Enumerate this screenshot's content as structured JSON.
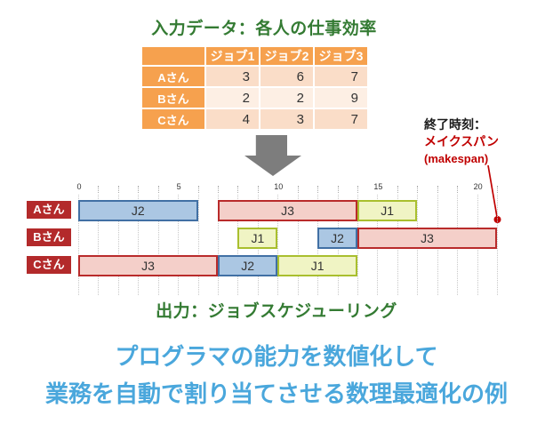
{
  "input_section": {
    "title": "入力データ：各人の仕事効率",
    "table": {
      "corner": "",
      "col_headers": [
        "ジョブ1",
        "ジョブ2",
        "ジョブ3"
      ],
      "rows": [
        {
          "name": "Aさん",
          "values": [
            "3",
            "6",
            "7"
          ]
        },
        {
          "name": "Bさん",
          "values": [
            "2",
            "2",
            "9"
          ]
        },
        {
          "name": "Cさん",
          "values": [
            "4",
            "3",
            "7"
          ]
        }
      ]
    }
  },
  "annotation": {
    "line1": "終了時刻：",
    "line2": "メイクスパン",
    "line3": "(makespan)"
  },
  "chart_data": {
    "type": "gantt",
    "title": "出力：ジョブスケジューリング",
    "x_axis": {
      "ticks_labeled": [
        0,
        5,
        10,
        15,
        20
      ],
      "min": 0,
      "max": 21,
      "grid_step": 1,
      "grid": "dotted"
    },
    "rows": [
      {
        "person": "Aさん",
        "bars": [
          {
            "job": "J2",
            "start": 0,
            "end": 6,
            "color": "blue"
          },
          {
            "job": "J3",
            "start": 7,
            "end": 14,
            "color": "red"
          },
          {
            "job": "J1",
            "start": 14,
            "end": 17,
            "color": "yellow"
          }
        ]
      },
      {
        "person": "Bさん",
        "bars": [
          {
            "job": "J1",
            "start": 8,
            "end": 10,
            "color": "yellow"
          },
          {
            "job": "J2",
            "start": 12,
            "end": 14,
            "color": "blue"
          },
          {
            "job": "J3",
            "start": 14,
            "end": 21,
            "color": "red"
          }
        ]
      },
      {
        "person": "Cさん",
        "bars": [
          {
            "job": "J3",
            "start": 0,
            "end": 7,
            "color": "red"
          },
          {
            "job": "J2",
            "start": 7,
            "end": 10,
            "color": "blue"
          },
          {
            "job": "J1",
            "start": 10,
            "end": 14,
            "color": "yellow"
          }
        ]
      }
    ],
    "makespan_value": 21
  },
  "output_title": "出力：ジョブスケジューリング",
  "caption": {
    "line1": "プログラマの能力を数値化して",
    "line2": "業務を自動で割り当てさせる数理最適化の例"
  },
  "colors": {
    "heading_green": "#347b33",
    "caption_blue": "#4aa7dc",
    "annot_red": "#c00000",
    "table_orange": "#f6a14e",
    "cell_peach": "#faddc8",
    "cell_peach_light": "#fdefe4",
    "label_red": "#b32a2b",
    "arrow_gray": "#7d7d7d",
    "grid_gray": "#c8c8c8",
    "bar_blue_fill": "#abc7e3",
    "bar_blue_border": "#4170a4",
    "bar_red_fill": "#f4cfc9",
    "bar_red_border": "#b92b2b",
    "bar_yellow_fill": "#f0f4c4",
    "bar_yellow_border": "#a9bf2e"
  }
}
